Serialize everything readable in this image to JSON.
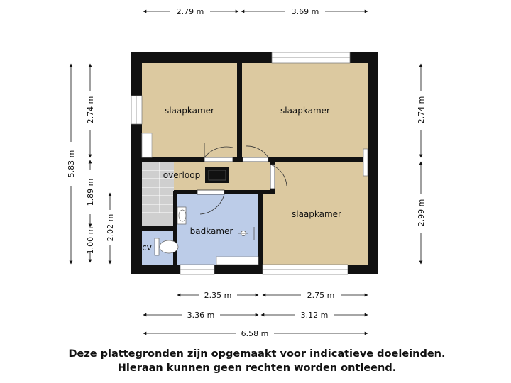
{
  "rooms": {
    "bedroom_top_left": "slaapkamer",
    "bedroom_top_right": "slaapkamer",
    "landing": "overloop",
    "bedroom_bottom_right": "slaapkamer",
    "bathroom": "badkamer",
    "boiler": "cv"
  },
  "dimensions": {
    "top_left": "2.79 m",
    "top_right": "3.69 m",
    "left_total": "5.83 m",
    "left_upper": "2.74 m",
    "left_mid": "1.89 m",
    "left_lower": "1.00 m",
    "left_bath": "2.02 m",
    "right_upper": "2.74 m",
    "right_lower": "2.99 m",
    "bottom_row1_left": "2.35 m",
    "bottom_row1_right": "2.75 m",
    "bottom_row2_left": "3.36 m",
    "bottom_row2_right": "3.12 m",
    "bottom_total": "6.58 m"
  },
  "disclaimer": {
    "line1": "Deze plattegronden zijn opgemaakt voor indicatieve doeleinden.",
    "line2": "Hieraan kunnen geen rechten worden ontleend."
  },
  "colors": {
    "wall": "#111111",
    "bedroom_floor": "#dcc9a0",
    "bathroom_floor": "#bccce8",
    "landing_floor": "#dcc9a0",
    "stairs": "#c9c9c9"
  }
}
